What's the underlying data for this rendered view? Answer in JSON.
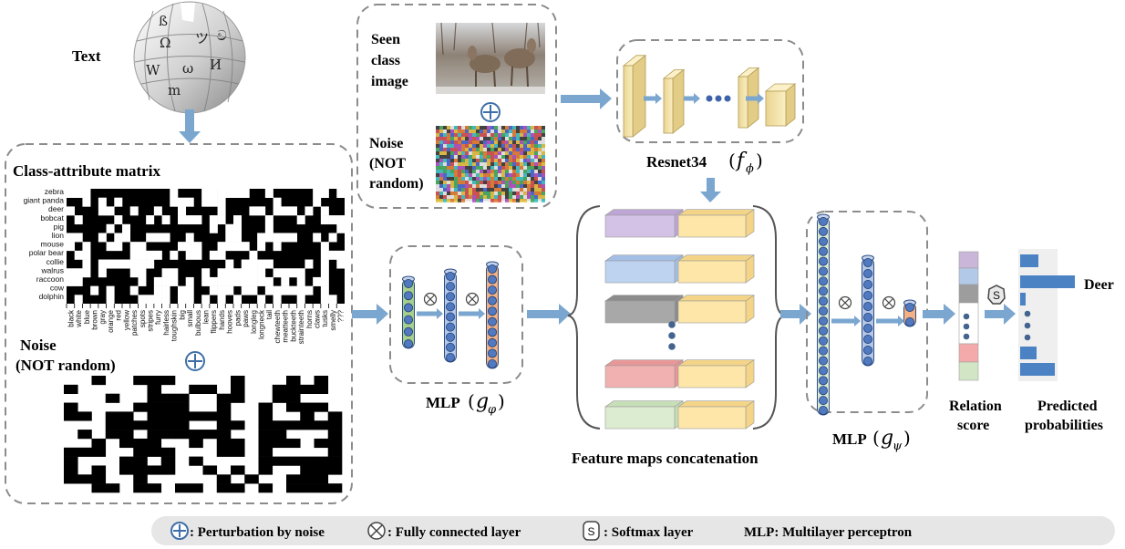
{
  "labels": {
    "text_source": "Text",
    "class_attribute_matrix": "Class-attribute matrix",
    "noise_matrix_line1": "Noise",
    "noise_matrix_line2": "(NOT random)",
    "seen_line1": "Seen",
    "seen_line2": "class",
    "seen_line3": "image",
    "noise_img_line1": "Noise",
    "noise_img_line2": "(NOT",
    "noise_img_line3": "random)",
    "resnet": "Resnet34",
    "f_phi_open": "(",
    "f_phi_sym": "f",
    "f_phi_sub": "ϕ",
    "f_phi_close": ")",
    "mlp1": "MLP",
    "g_varphi_open": "(",
    "g_varphi_sym": "g",
    "g_varphi_sub": "φ",
    "g_varphi_close": ")",
    "feature_maps": "Feature maps concatenation",
    "mlp2": "MLP",
    "g_psi_open": "(",
    "g_psi_sym": "g",
    "g_psi_sub": "ψ",
    "g_psi_close": ")",
    "relation_line1": "Relation",
    "relation_line2": "score",
    "predicted_line1": "Predicted",
    "predicted_line2": "probabilities",
    "deer": "Deer",
    "softmax_symbol": "S"
  },
  "class_names": [
    "zebra",
    "giant panda",
    "deer",
    "bobcat",
    "pig",
    "lion",
    "mouse",
    "polar bear",
    "collie",
    "walrus",
    "raccoon",
    "cow",
    "dolphin"
  ],
  "attribute_names": [
    "black",
    "white",
    "blue",
    "brown",
    "gray",
    "orange",
    "red",
    "yellow",
    "patches",
    "spots",
    "stripes",
    "furry",
    "hairless",
    "toughskin",
    "big",
    "small",
    "bulbous",
    "lean",
    "flippers",
    "hands",
    "hooves",
    "pads",
    "paws",
    "longleg",
    "longneck",
    "tail",
    "chewteeth",
    "meatteeth",
    "buckteeth",
    "strainteeth",
    "horns",
    "claws",
    "tusks",
    "smelly",
    "???"
  ],
  "legend": {
    "perturbation": ": Perturbation by noise",
    "fully_connected": ": Fully connected layer",
    "softmax": ": Softmax layer",
    "mlp": "MLP: Multilayer perceptron",
    "softmax_symbol": "S"
  },
  "colors": {
    "arrow": "#7aa6cf",
    "neuron": "#5079c0",
    "relation_purple": "#c9b6d9",
    "relation_blue": "#b3c9e8",
    "relation_gray": "#9d9d9d",
    "relation_pink": "#f4aaaa",
    "relation_green": "#d2e6c6",
    "bar": "#4a82c3",
    "resnet_block": "#f4e4a6"
  },
  "icons": [
    "wikipedia-globe-icon",
    "oplus-icon",
    "otimes-icon",
    "softmax-icon",
    "deer-photo",
    "noise-image"
  ]
}
